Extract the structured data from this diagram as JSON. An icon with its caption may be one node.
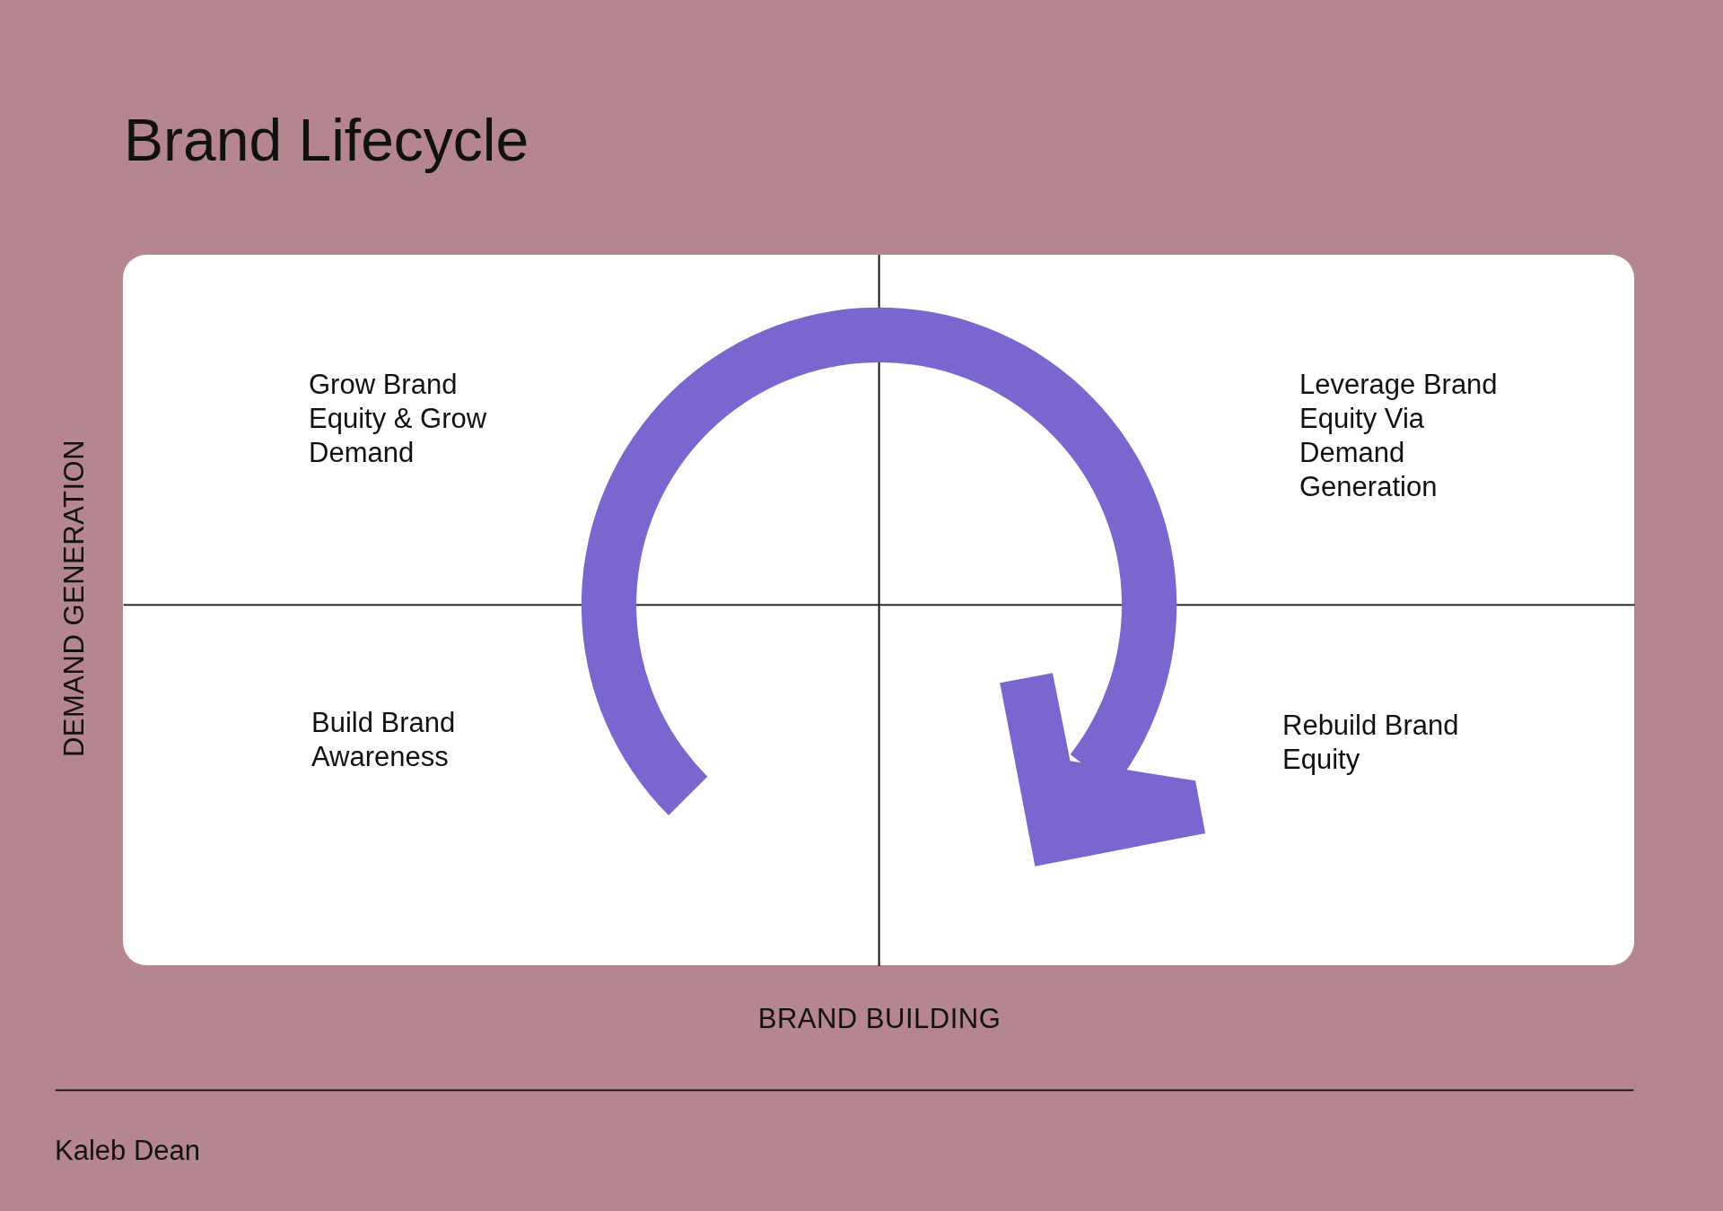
{
  "diagram": {
    "title": "Brand Lifecycle",
    "labels": [
      "Grow Brand Equity & Grow Demand",
      "Leverage Brand Equity Via Demand Generation",
      "Build Brand Awareness",
      "Rebuild Brand Equity",
      "DEMAND GENERATION",
      "BRAND BUILDING",
      "Kaleb Dean"
    ]
  }
}
